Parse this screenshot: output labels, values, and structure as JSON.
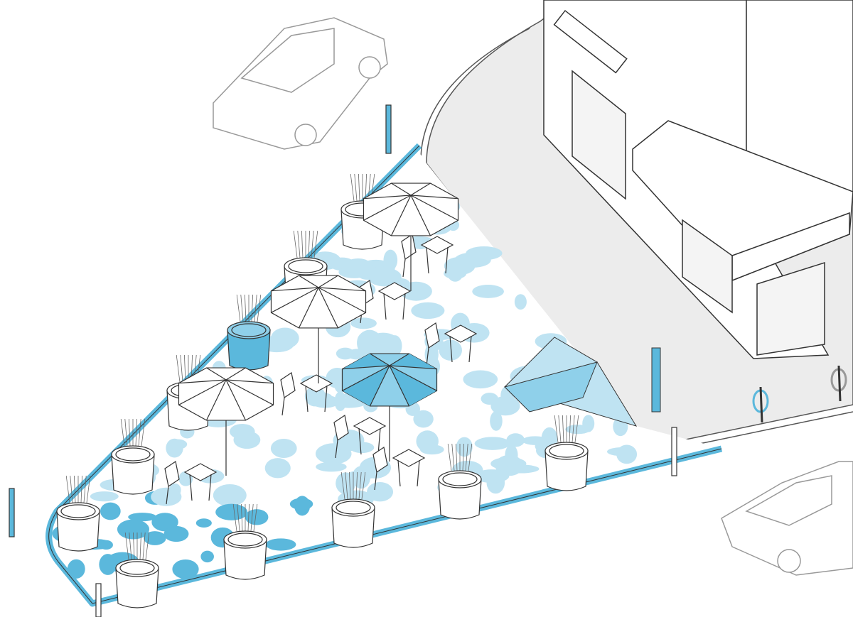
{
  "scene": {
    "kind": "isometric plaza illustration",
    "colors": {
      "plaza_border": "#5bb8dc",
      "dot_light": "#bfe3f2",
      "dot_dark": "#5bb8dc",
      "sidewalk": "#ececec",
      "sidewalk_dark": "#dedede",
      "outline": "#333333",
      "umbrella_accent": "#8fd0ea"
    },
    "elements": {
      "planters": 12,
      "umbrellas": 4,
      "cafe_tables": 6,
      "bollards": 4,
      "cars": 2,
      "bike_racks": 2
    }
  }
}
